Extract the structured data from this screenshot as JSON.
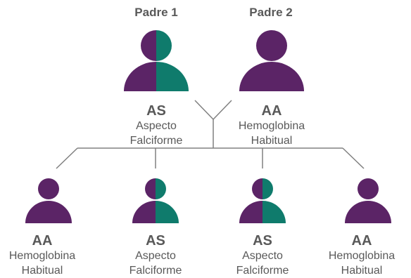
{
  "colors": {
    "purple": "#5b2466",
    "teal": "#0f7b6c",
    "line": "#808080",
    "text": "#595959"
  },
  "parents": [
    {
      "title": "Padre 1",
      "genotype": "AS",
      "line1": "Aspecto",
      "line2": "Falciforme",
      "split": true
    },
    {
      "title": "Padre 2",
      "genotype": "AA",
      "line1": "Hemoglobina",
      "line2": "Habitual",
      "split": false
    }
  ],
  "children": [
    {
      "genotype": "AA",
      "line1": "Hemoglobina",
      "line2": "Habitual",
      "split": false
    },
    {
      "genotype": "AS",
      "line1": "Aspecto",
      "line2": "Falciforme",
      "split": true
    },
    {
      "genotype": "AS",
      "line1": "Aspecto",
      "line2": "Falciforme",
      "split": true
    },
    {
      "genotype": "AA",
      "line1": "Hemoglobina",
      "line2": "Habitual",
      "split": false
    }
  ]
}
